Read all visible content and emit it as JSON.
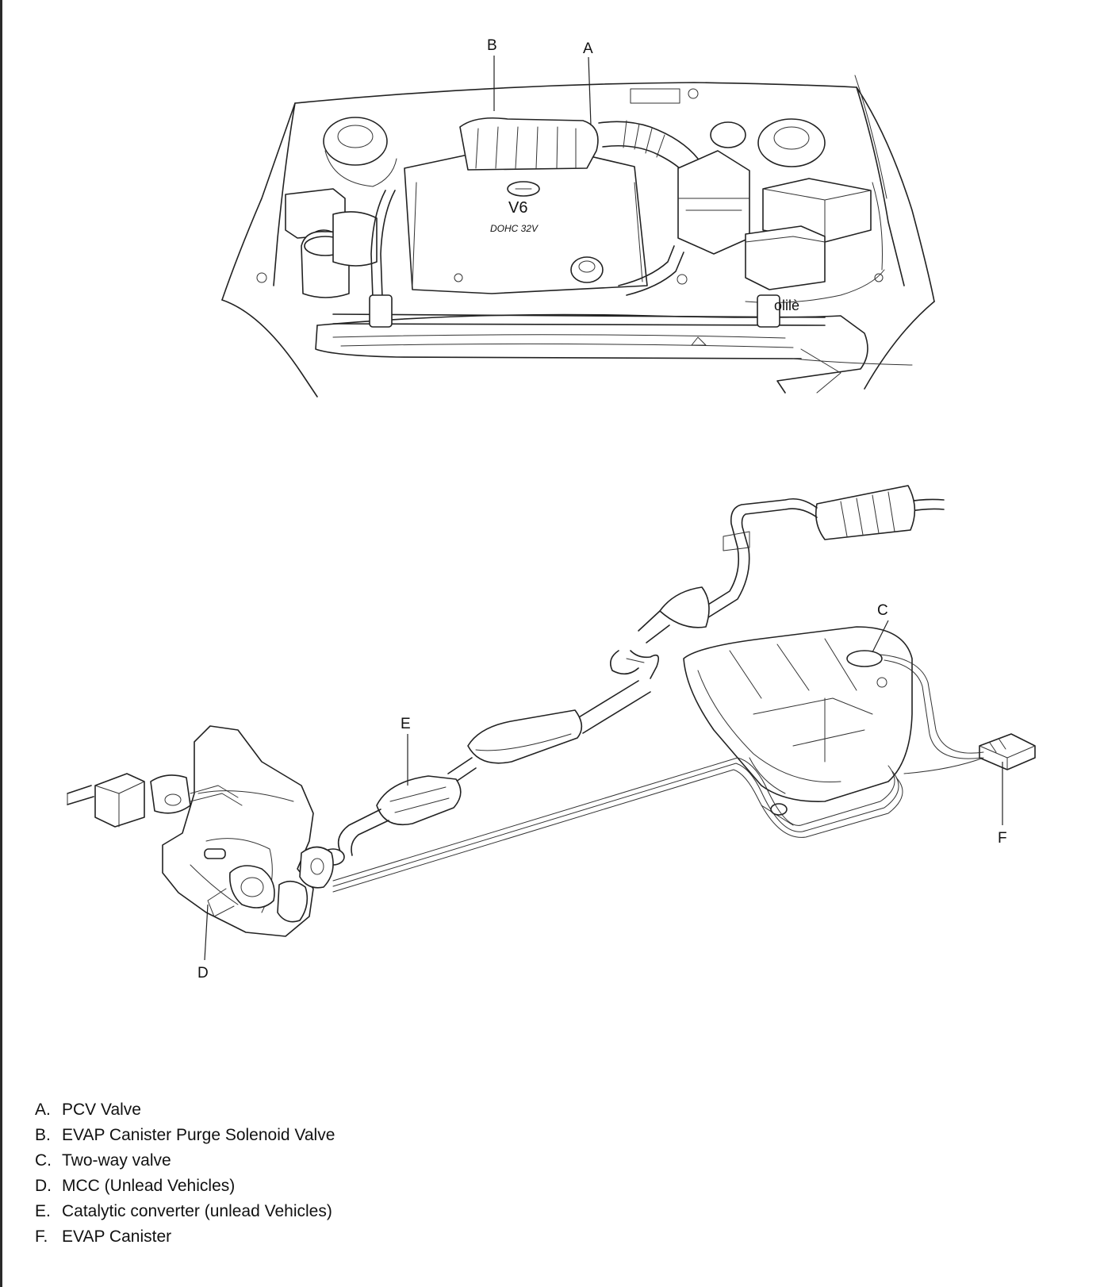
{
  "callouts": {
    "A": "A",
    "B": "B",
    "C": "C",
    "D": "D",
    "E": "E",
    "F": "F"
  },
  "engine_cover": {
    "line1": "V6",
    "line2": "DOHC 32V"
  },
  "engine_bay_marking": "olilè",
  "legend": [
    {
      "letter": "A.",
      "text": "PCV Valve"
    },
    {
      "letter": "B.",
      "text": "EVAP Canister Purge Solenoid Valve"
    },
    {
      "letter": "C.",
      "text": "Two-way valve"
    },
    {
      "letter": "D.",
      "text": "MCC (Unlead Vehicles)"
    },
    {
      "letter": "E.",
      "text": "Catalytic converter (unlead Vehicles)"
    },
    {
      "letter": "F.",
      "text": "EVAP Canister"
    }
  ]
}
